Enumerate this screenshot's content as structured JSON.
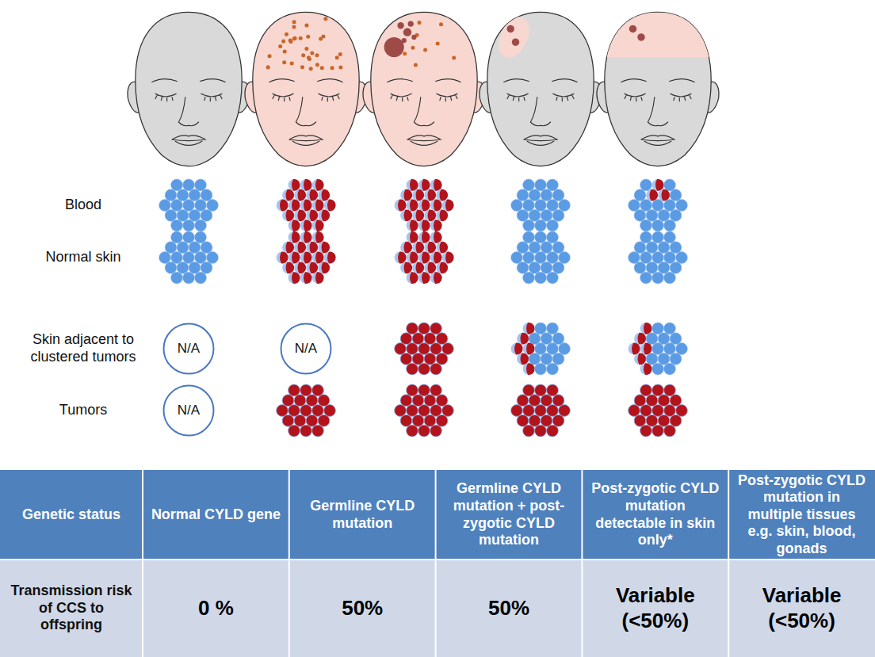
{
  "diagram": {
    "nodes": [
      {
        "text": [
          "N/A"
        ]
      },
      {
        "text": [
          "N/A"
        ]
      },
      {
        "text": [
          "N/A"
        ]
      }
    ],
    "labels": [
      "Blood",
      "Normal skin",
      "Skin adjacent to clustered tumors",
      "Tumors",
      "Genetic status",
      "Normal CYLD gene",
      "Germline CYLD mutation",
      "Germline CYLD mutation + post-zygotic CYLD mutation",
      "Post-zygotic CYLD mutation detectable in skin only*",
      "Post-zygotic CYLD mutation in multiple tissues e.g. skin, blood, gonads",
      "Transmission risk of CCS to offspring",
      "0 %",
      "50%",
      "50%",
      "Variable (<50%)",
      "Variable (<50%)"
    ]
  }
}
